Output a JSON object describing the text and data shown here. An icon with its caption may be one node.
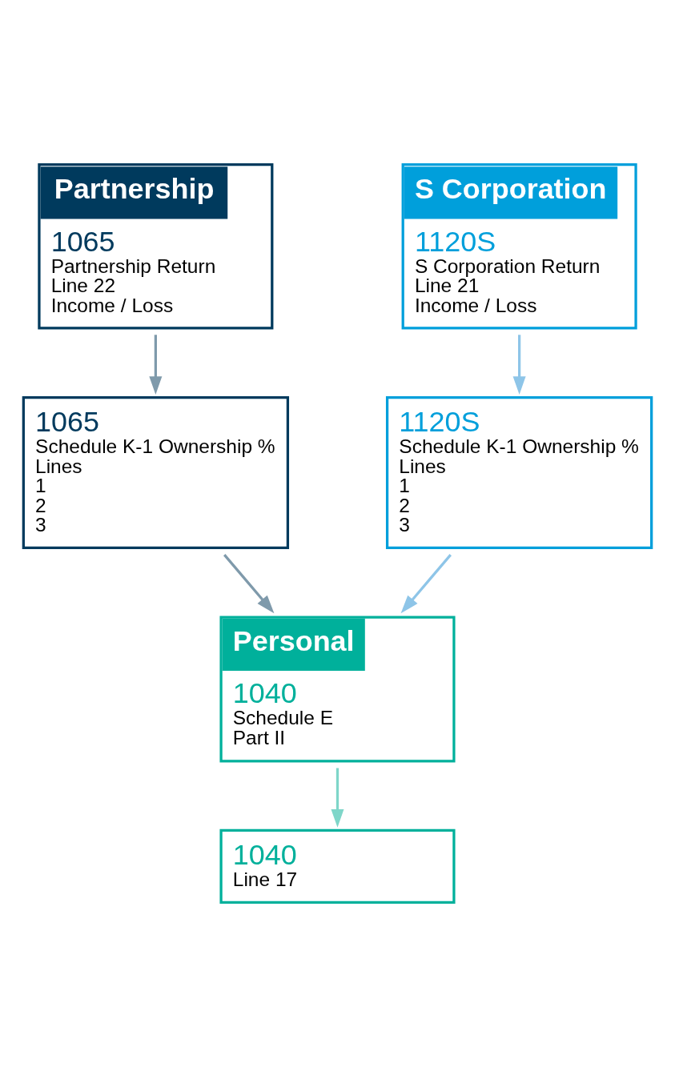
{
  "diagram": {
    "nodes": [
      {
        "text": [
          "Partnership",
          "1065",
          "Partnership Return",
          "Line 22",
          "Income / Loss"
        ]
      },
      {
        "text": [
          "S Corporation",
          "1120S",
          "S Corporation Return",
          "Line 21",
          "Income / Loss"
        ]
      },
      {
        "text": [
          "1065",
          "Schedule K-1 Ownership %",
          "Lines",
          "1",
          "2",
          "3"
        ]
      },
      {
        "text": [
          "1120S",
          "Schedule K-1 Ownership %",
          "Lines",
          "1",
          "2",
          "3"
        ]
      },
      {
        "text": [
          "Personal",
          "1040",
          "Schedule E",
          "Part II"
        ]
      },
      {
        "text": [
          "1040",
          "Line 17"
        ]
      }
    ],
    "edges": [
      {
        "from": 0,
        "to": 2,
        "arrow": "to",
        "color": "#7f9aab"
      },
      {
        "from": 1,
        "to": 3,
        "arrow": "to",
        "color": "#8ec5e8"
      },
      {
        "from": 2,
        "to": 4,
        "arrow": "to",
        "color": "#7f9aab"
      },
      {
        "from": 3,
        "to": 4,
        "arrow": "to",
        "color": "#8ec5e8"
      },
      {
        "from": 4,
        "to": 5,
        "arrow": "to",
        "color": "#7fd6c9"
      }
    ]
  }
}
